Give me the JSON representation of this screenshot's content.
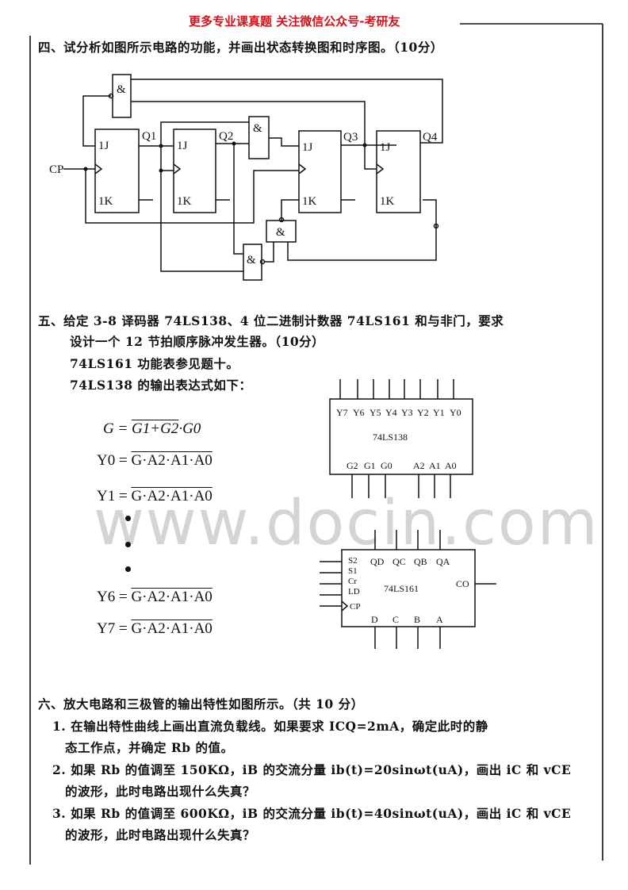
{
  "header": {
    "banner": "更多专业课真题 关注微信公众号-考研友"
  },
  "watermark": "www.docin.com",
  "q4": {
    "title": "四、试分析如图所示电路的功能，并画出状态转换图和时序图。（10分）",
    "circuit": {
      "cp": "CP",
      "j": "1J",
      "k": "1K",
      "and": "&",
      "outputs": [
        "Q1",
        "Q2",
        "Q3",
        "Q4"
      ]
    }
  },
  "q5": {
    "line1": "五、给定 3-8 译码器 74LS138、4 位二进制计数器 74LS161 和与非门，要求",
    "line2": "设计一个 12 节拍顺序脉冲发生器。（10分）",
    "line3": "74LS161 功能表参见题十。",
    "line4": "74LS138 的输出表达式如下：",
    "formulas": {
      "g": {
        "lhs": "G = ",
        "a": "G1+G2",
        "b": "·G0"
      },
      "y0": {
        "lhs": "Y0 = ",
        "rhs": "G·A2·A1·A0"
      },
      "y1": {
        "lhs": "Y1 = ",
        "rhs": "G·A2·A1·A0"
      },
      "y6": {
        "lhs": "Y6 = ",
        "rhs": "G·A2·A1·A0"
      },
      "y7": {
        "lhs": "Y7 = ",
        "rhs": "G·A2·A1·A0"
      }
    },
    "chip138": {
      "name": "74LS138",
      "outputs": [
        "Y7",
        "Y6",
        "Y5",
        "Y4",
        "Y3",
        "Y2",
        "Y1",
        "Y0"
      ],
      "inputs": [
        "G2",
        "G1",
        "G0",
        "A2",
        "A1",
        "A0"
      ]
    },
    "chip161": {
      "name": "74LS161",
      "left": [
        "S2",
        "S1",
        "Cr",
        "LD",
        "CP"
      ],
      "outputs": [
        "QD",
        "QC",
        "QB",
        "QA"
      ],
      "co": "CO",
      "inputs": [
        "D",
        "C",
        "B",
        "A"
      ]
    }
  },
  "q6": {
    "title": "六、放大电路和三极管的输出特性如图所示。（共 10 分）",
    "items": [
      "1. 在输出特性曲线上画出直流负载线。如果要求 ICQ=2mA，确定此时的静",
      "态工作点，并确定 Rb 的值。",
      "2. 如果 Rb 的值调至 150KΩ，iB 的交流分量 ib(t)=20sinωt(uA)，画出 iC 和 vCE",
      "的波形，此时电路出现什么失真？",
      "3. 如果 Rb 的值调至 600KΩ，iB 的交流分量 ib(t)=40sinωt(uA)，画出 iC 和 vCE",
      "的波形，此时电路出现什么失真？"
    ]
  }
}
